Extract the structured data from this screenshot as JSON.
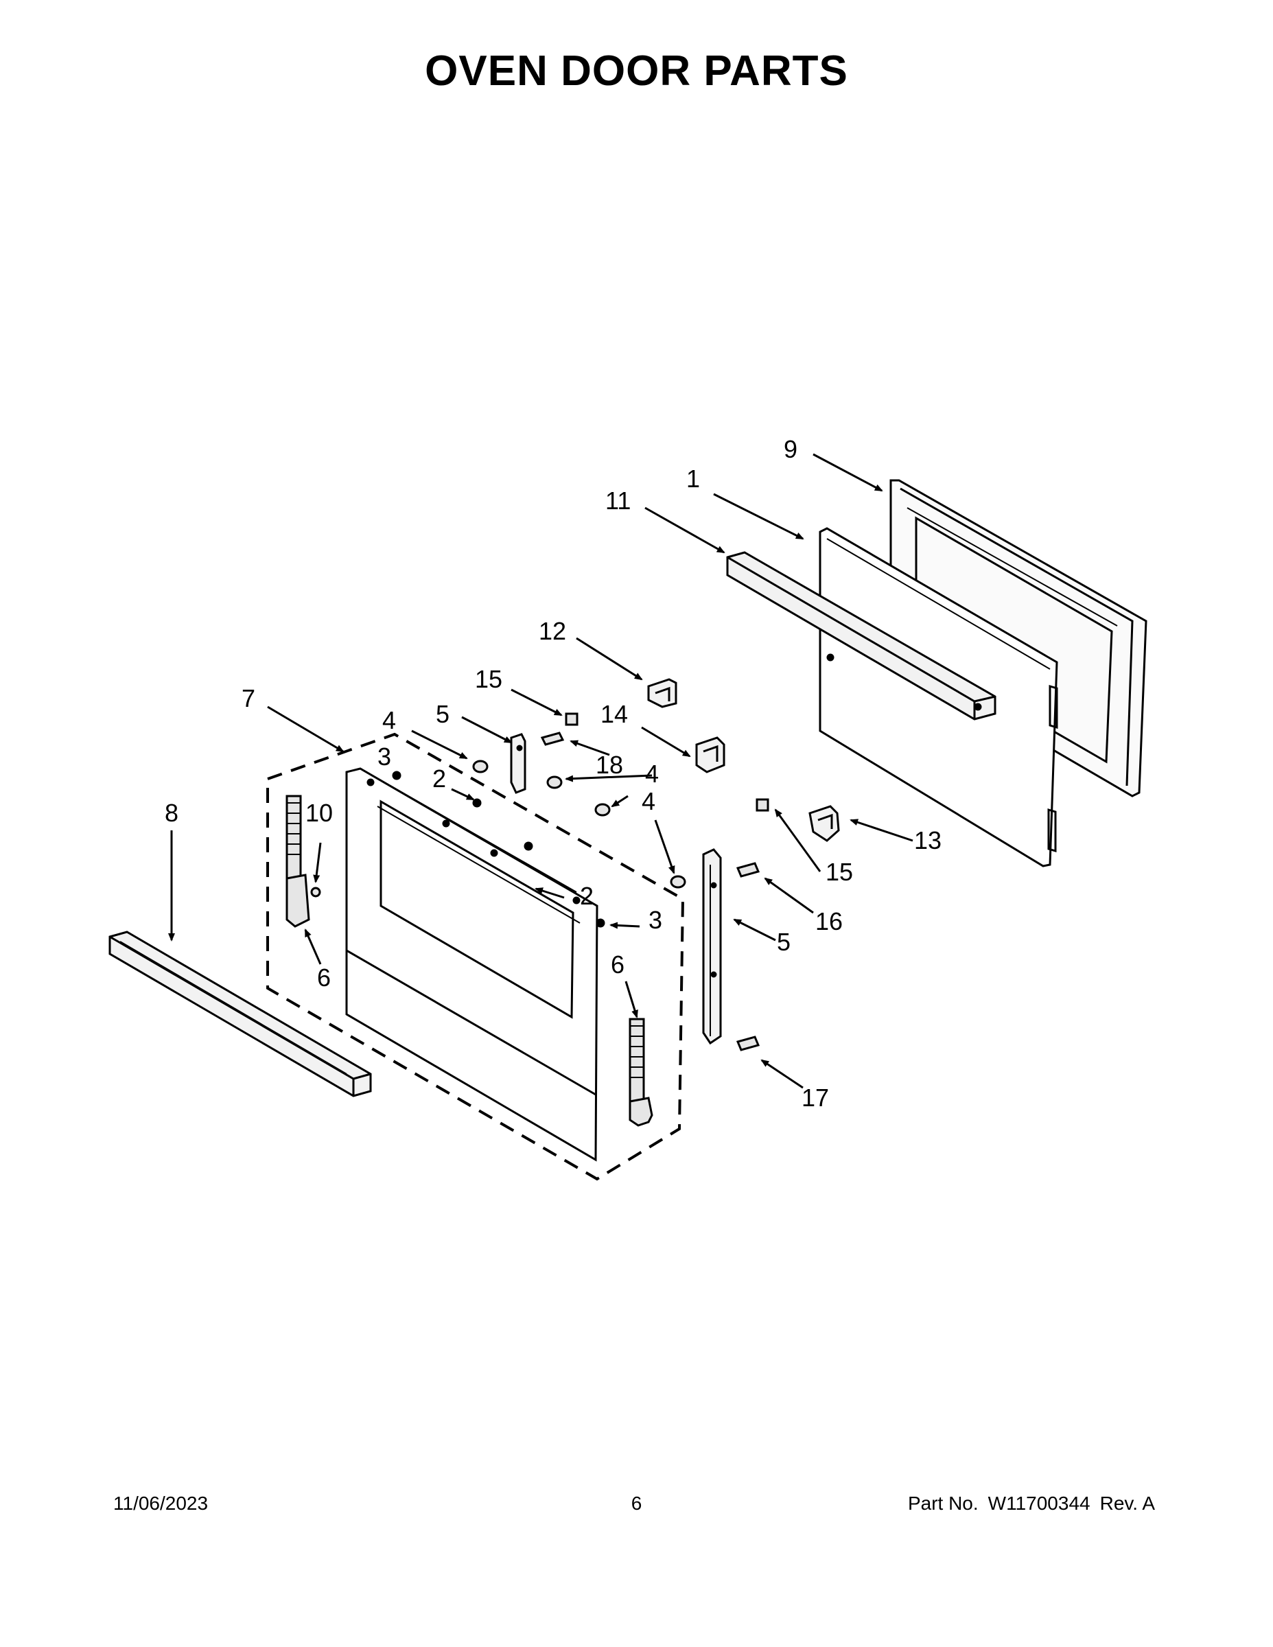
{
  "title": "OVEN DOOR PARTS",
  "callouts": [
    "9",
    "1",
    "11",
    "12",
    "15",
    "7",
    "4",
    "5",
    "14",
    "18",
    "3",
    "4",
    "2",
    "8",
    "10",
    "2",
    "4",
    "13",
    "15",
    "3",
    "16",
    "5",
    "6",
    "6",
    "17"
  ],
  "footer": {
    "date": "11/06/2023",
    "page": "6",
    "part_label": "Part No.",
    "part_number": "W11700344",
    "revision": "Rev.  A"
  },
  "colors": {
    "line": "#000000",
    "background": "#ffffff",
    "part_fill": "#f2f2f2"
  }
}
